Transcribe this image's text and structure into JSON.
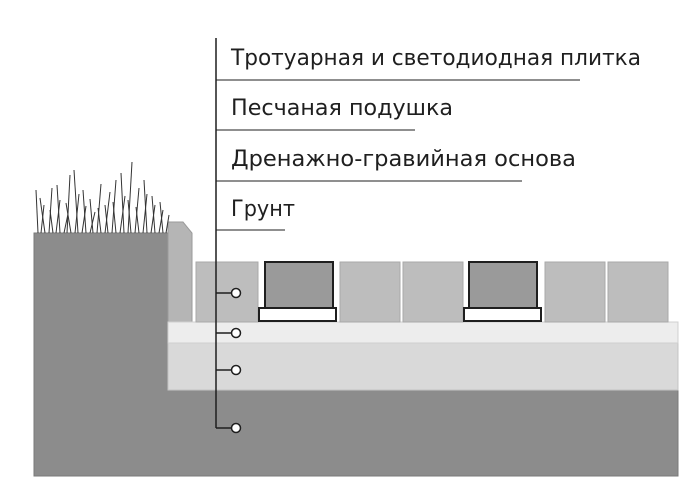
{
  "layers": [
    {
      "label": "Тротуарная и светодиодная плитка"
    },
    {
      "label": "Песчаная подушка"
    },
    {
      "label": "Дренажно-гравийная основа"
    },
    {
      "label": "Грунт"
    }
  ],
  "colors": {
    "soil": "#8c8c8c",
    "soil_edge": "#6a6a6a",
    "curb": "#b5b5b5",
    "gravel": "#d9d9d9",
    "sand": "#ededed",
    "tile": "#bdbdbd",
    "tile_edge": "#a9a9a9",
    "led_tile": "#9a9a9a",
    "led_tile_frame": "#1f1f1f",
    "line": "#1f1f1f",
    "grass": "#333333"
  },
  "icons": {
    "grass": "grass-icon"
  }
}
